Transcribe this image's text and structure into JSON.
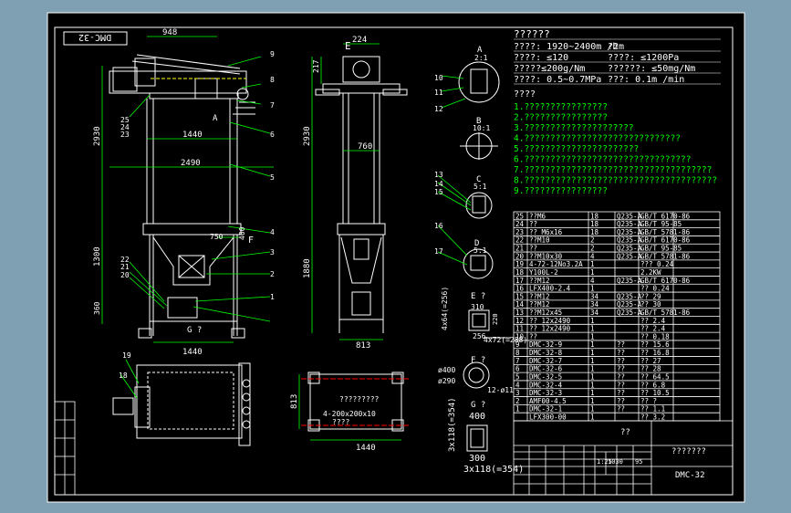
{
  "drawing_code": "DMC-32",
  "drawing_code_mirrored": "DMC-32",
  "spec_header": "??????",
  "specs": [
    {
      "text": "????:  1920~2400m /h",
      "suffix": "?2m"
    },
    {
      "text": "????:  ≤120",
      "suffix": "????:  ≤1200Pa"
    },
    {
      "text": "?????≤200g/Nm",
      "suffix": "??????:  ≤50mg/Nm"
    },
    {
      "text": "????:  0.5~0.7MPa",
      "suffix": "???:  0.1m /min"
    }
  ],
  "notes_header": "????",
  "notes": [
    "1.????????????????",
    "2.????????????????",
    "3.?????????????????????",
    "4.??????????????????????????????",
    "5.??????????????????????",
    "6.????????????????????????????????",
    "7.????????????????????????????????????",
    "8.?????????????????????????????????????",
    "9.????????????????"
  ],
  "view_labels": {
    "front_e": "E",
    "detail_a": "A",
    "detail_a_scale": "2:1",
    "detail_b": "B",
    "detail_b_scale": "10:1",
    "detail_c": "C",
    "detail_c_scale": "5:1",
    "detail_d": "D",
    "detail_d_scale": "5:1",
    "section_e": "E  ?",
    "section_f": "F  ?",
    "section_g": "G  ?",
    "f_mark": "F"
  },
  "dimensions": {
    "top_width": "948",
    "top_small": "224",
    "d1440a": "1440",
    "d2490": "2490",
    "d1440b": "1440",
    "d1440c": "1440",
    "d2930": "2930",
    "d2930b": "2930",
    "d1300": "1300",
    "d1880": "1880",
    "d360": "360",
    "d750": "750",
    "d760": "760",
    "d813": "813",
    "d813b": "813",
    "d217": "217",
    "d400": "400",
    "d400g": "400",
    "d300": "300",
    "d310": "310",
    "d256": "256",
    "d220": "220",
    "d4x64": "4x64(=256)",
    "d4x72": "4x72(=288)",
    "d3x118a": "3x118(=354)",
    "d3x118b": "3x118(=354)",
    "f_hole": "12-ø11",
    "f_dia": "ø400",
    "f_dia2": "ø290",
    "plan_holes": "4-200x200x10",
    "plan_note": "????",
    "plan_title": "?????????"
  },
  "balloons": {
    "front": [
      "9",
      "8",
      "7",
      "6",
      "5",
      "4",
      "3",
      "2",
      "1"
    ],
    "left": [
      "25",
      "24",
      "23",
      "22",
      "21",
      "20"
    ],
    "plan": [
      "19",
      "18"
    ],
    "details": [
      "10",
      "11",
      "12",
      "13",
      "14",
      "15",
      "16",
      "17"
    ]
  },
  "bom": [
    [
      "25",
      "??M6",
      "18",
      "Q235-A",
      "GB/T 6170-86"
    ],
    [
      "24",
      "??",
      "18",
      "Q235-A",
      "GB/T 95-85"
    ],
    [
      "23",
      "?? M6x16",
      "18",
      "Q235-A",
      "GB/T 5781-86"
    ],
    [
      "22",
      "??M10",
      "2",
      "Q235-A",
      "GB/T 6170-86"
    ],
    [
      "21",
      "??",
      "2",
      "Q235-A",
      "GB/T 95-85"
    ],
    [
      "20",
      "??M10x30",
      "4",
      "Q235-A",
      "GB/T 5781-86"
    ],
    [
      "19",
      "4-72-12No3.2A",
      "1",
      "",
      "??? 0.24"
    ],
    [
      "18",
      "Y100L-2",
      "1",
      "",
      "2.2KW"
    ],
    [
      "17",
      "??M12",
      "4",
      "Q235-A",
      "GB/T 6170-86"
    ],
    [
      "16",
      "LFX400-2.4",
      "1",
      "",
      "?? 0.24"
    ],
    [
      "15",
      "??M12",
      "34",
      "Q235-A",
      "?? 29"
    ],
    [
      "14",
      "??M12",
      "34",
      "Q235-A",
      "?? 30"
    ],
    [
      "13",
      "??M12x45",
      "34",
      "Q235-A",
      "GB/T 5781-86"
    ],
    [
      "12",
      "?? 12x2490",
      "1",
      "",
      "?? 2.4"
    ],
    [
      "11",
      "?? 12x2490",
      "1",
      "",
      "?? 2.4"
    ],
    [
      "10",
      "??",
      "1",
      "",
      "?? 0.18"
    ],
    [
      "9",
      "DMC-32-9",
      "1",
      "??",
      "?? 15.6"
    ],
    [
      "8",
      "DMC-32-8",
      "1",
      "??",
      "?? 16.8"
    ],
    [
      "7",
      "DMC-32-7",
      "1",
      "??",
      "?? 27"
    ],
    [
      "6",
      "DMC-32-6",
      "1",
      "??",
      "?? 28"
    ],
    [
      "5",
      "DMC-32-5",
      "1",
      "??",
      "?? 64.5"
    ],
    [
      "4",
      "DMC-32-4",
      "1",
      "??",
      "?? 6.8"
    ],
    [
      "3",
      "DMC-32-3",
      "1",
      "??",
      "?? 10.5"
    ],
    [
      "2",
      "AMF00-4.5",
      "1",
      "??",
      "?? ?"
    ],
    [
      "1",
      "DMC-32-1",
      "1",
      "??",
      "?? 1.1"
    ],
    [
      "",
      "LFX300-00",
      "1",
      "",
      "?? 3.2"
    ]
  ],
  "title_block": {
    "name": "??",
    "project": "???????",
    "code": "DMC-32",
    "scale": "1:25",
    "sheet_no": "1030",
    "weight": "95"
  }
}
